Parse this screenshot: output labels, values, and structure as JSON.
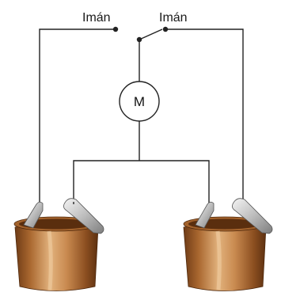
{
  "labels": {
    "magnet_left": "Imán",
    "magnet_right": "Imán",
    "motor": "M"
  },
  "colors": {
    "wire": "#222222",
    "cup_copper": "#b8773f",
    "cup_dark": "#6b3a14",
    "liquid": "#5a2e0e",
    "lever_silver": "#c9c9c9"
  }
}
